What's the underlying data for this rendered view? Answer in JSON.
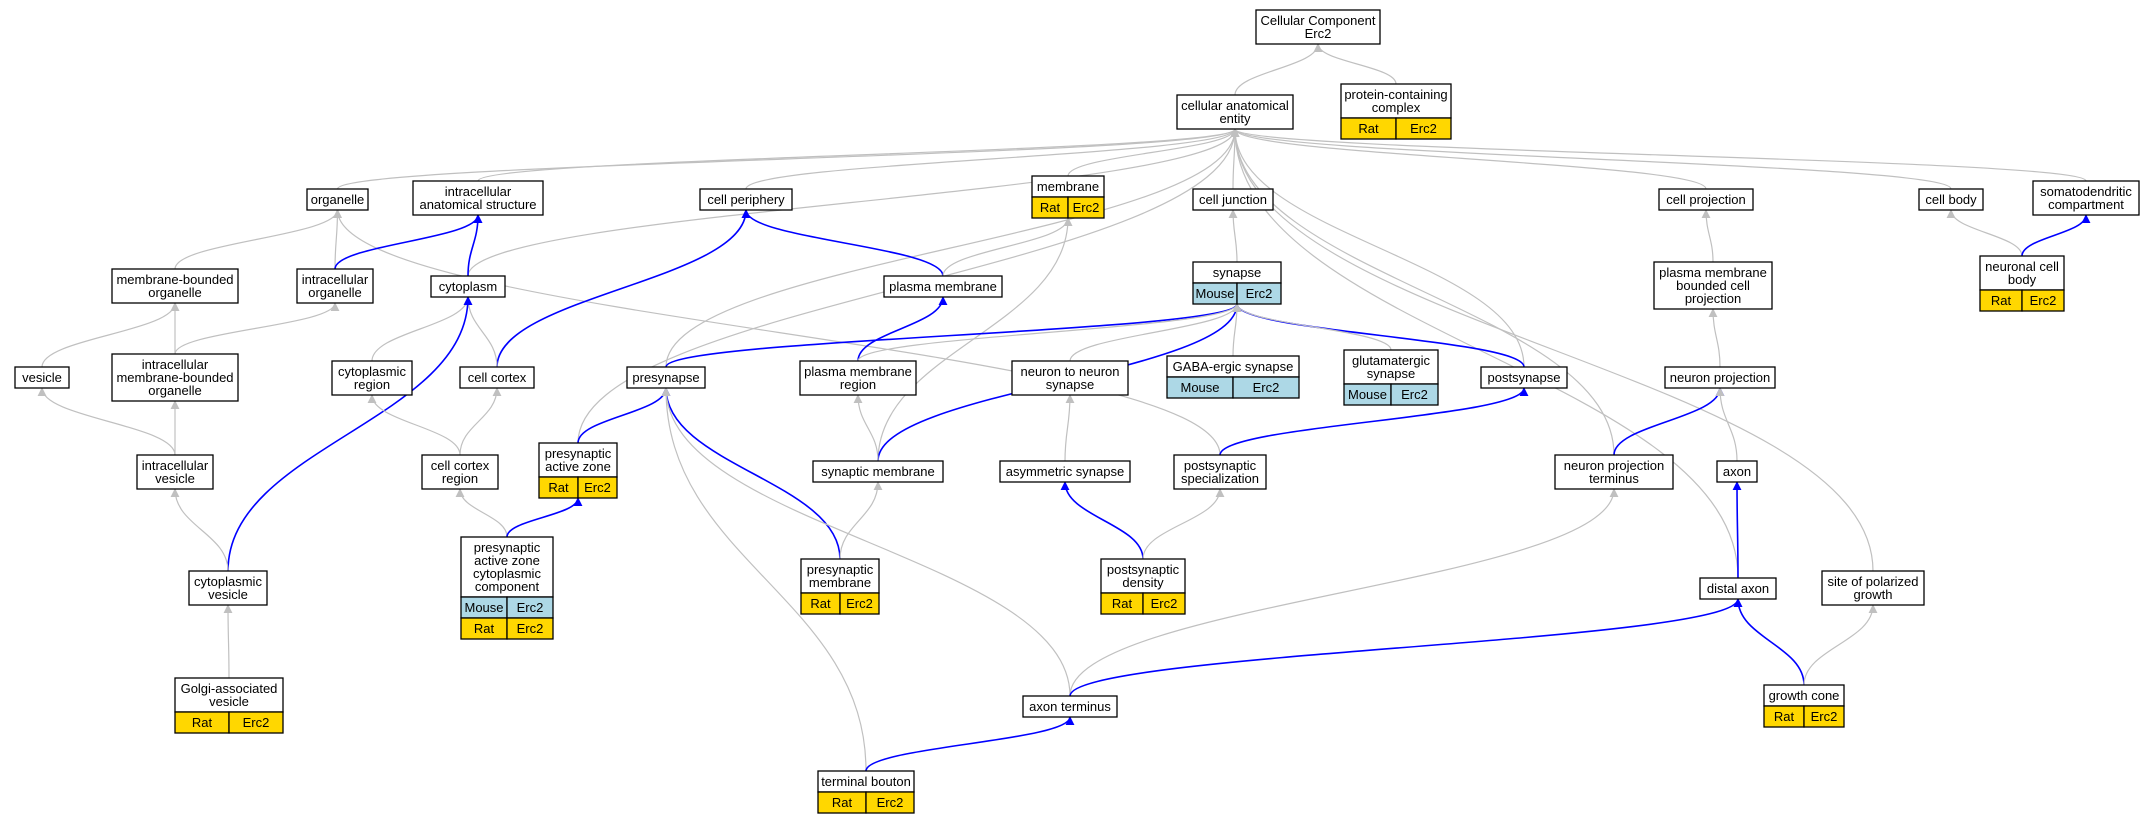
{
  "colors": {
    "gray_edge": "#c0c0c0",
    "blue_edge": "#0000ff",
    "node_border": "#000000",
    "node_fill": "#ffffff",
    "rat_fill": "#ffd700",
    "mouse_fill": "#add8e6"
  },
  "nodes": [
    {
      "id": "cellular_component",
      "lines": [
        "Cellular Component",
        "Erc2"
      ],
      "tags": []
    },
    {
      "id": "cellular_anatomical_entity",
      "lines": [
        "cellular anatomical",
        "entity"
      ],
      "tags": []
    },
    {
      "id": "protein_containing_complex",
      "lines": [
        "protein-containing",
        "complex"
      ],
      "tags": [
        [
          "Rat",
          "Erc2"
        ]
      ]
    },
    {
      "id": "organelle",
      "lines": [
        "organelle"
      ],
      "tags": []
    },
    {
      "id": "intracellular_anatomical_structure",
      "lines": [
        "intracellular",
        "anatomical structure"
      ],
      "tags": []
    },
    {
      "id": "cell_periphery",
      "lines": [
        "cell periphery"
      ],
      "tags": []
    },
    {
      "id": "membrane",
      "lines": [
        "membrane"
      ],
      "tags": [
        [
          "Rat",
          "Erc2"
        ]
      ]
    },
    {
      "id": "cell_junction",
      "lines": [
        "cell junction"
      ],
      "tags": []
    },
    {
      "id": "cell_projection",
      "lines": [
        "cell projection"
      ],
      "tags": []
    },
    {
      "id": "cell_body",
      "lines": [
        "cell body"
      ],
      "tags": []
    },
    {
      "id": "somatodendritic_compartment",
      "lines": [
        "somatodendritic",
        "compartment"
      ],
      "tags": []
    },
    {
      "id": "membrane_bounded_organelle",
      "lines": [
        "membrane-bounded",
        "organelle"
      ],
      "tags": []
    },
    {
      "id": "intracellular_organelle",
      "lines": [
        "intracellular",
        "organelle"
      ],
      "tags": []
    },
    {
      "id": "cytoplasm",
      "lines": [
        "cytoplasm"
      ],
      "tags": []
    },
    {
      "id": "plasma_membrane",
      "lines": [
        "plasma membrane"
      ],
      "tags": []
    },
    {
      "id": "synapse",
      "lines": [
        "synapse"
      ],
      "tags": [
        [
          "Mouse",
          "Erc2"
        ]
      ]
    },
    {
      "id": "plasma_membrane_bounded_cell_projection",
      "lines": [
        "plasma membrane",
        "bounded cell",
        "projection"
      ],
      "tags": []
    },
    {
      "id": "neuronal_cell_body",
      "lines": [
        "neuronal cell",
        "body"
      ],
      "tags": [
        [
          "Rat",
          "Erc2"
        ]
      ]
    },
    {
      "id": "vesicle",
      "lines": [
        "vesicle"
      ],
      "tags": []
    },
    {
      "id": "intracellular_membrane_bounded_organelle",
      "lines": [
        "intracellular",
        "membrane-bounded",
        "organelle"
      ],
      "tags": []
    },
    {
      "id": "cytoplasmic_region",
      "lines": [
        "cytoplasmic",
        "region"
      ],
      "tags": []
    },
    {
      "id": "cell_cortex",
      "lines": [
        "cell cortex"
      ],
      "tags": []
    },
    {
      "id": "presynapse",
      "lines": [
        "presynapse"
      ],
      "tags": []
    },
    {
      "id": "plasma_membrane_region",
      "lines": [
        "plasma membrane",
        "region"
      ],
      "tags": []
    },
    {
      "id": "neuron_to_neuron_synapse",
      "lines": [
        "neuron to neuron",
        "synapse"
      ],
      "tags": []
    },
    {
      "id": "gaba_ergic_synapse",
      "lines": [
        "GABA-ergic synapse"
      ],
      "tags": [
        [
          "Mouse",
          "Erc2"
        ]
      ]
    },
    {
      "id": "glutamatergic_synapse",
      "lines": [
        "glutamatergic",
        "synapse"
      ],
      "tags": [
        [
          "Mouse",
          "Erc2"
        ]
      ]
    },
    {
      "id": "postsynapse",
      "lines": [
        "postsynapse"
      ],
      "tags": []
    },
    {
      "id": "neuron_projection",
      "lines": [
        "neuron projection"
      ],
      "tags": []
    },
    {
      "id": "intracellular_vesicle",
      "lines": [
        "intracellular",
        "vesicle"
      ],
      "tags": []
    },
    {
      "id": "cell_cortex_region",
      "lines": [
        "cell cortex",
        "region"
      ],
      "tags": []
    },
    {
      "id": "presynaptic_active_zone",
      "lines": [
        "presynaptic",
        "active zone"
      ],
      "tags": [
        [
          "Rat",
          "Erc2"
        ]
      ]
    },
    {
      "id": "synaptic_membrane",
      "lines": [
        "synaptic membrane"
      ],
      "tags": []
    },
    {
      "id": "asymmetric_synapse",
      "lines": [
        "asymmetric synapse"
      ],
      "tags": []
    },
    {
      "id": "postsynaptic_specialization",
      "lines": [
        "postsynaptic",
        "specialization"
      ],
      "tags": []
    },
    {
      "id": "neuron_projection_terminus",
      "lines": [
        "neuron projection",
        "terminus"
      ],
      "tags": []
    },
    {
      "id": "axon",
      "lines": [
        "axon"
      ],
      "tags": []
    },
    {
      "id": "presynaptic_active_zone_cytoplasmic_component",
      "lines": [
        "presynaptic",
        "active zone",
        "cytoplasmic",
        "component"
      ],
      "tags": [
        [
          "Mouse",
          "Erc2"
        ],
        [
          "Rat",
          "Erc2"
        ]
      ]
    },
    {
      "id": "presynaptic_membrane",
      "lines": [
        "presynaptic",
        "membrane"
      ],
      "tags": [
        [
          "Rat",
          "Erc2"
        ]
      ]
    },
    {
      "id": "postsynaptic_density",
      "lines": [
        "postsynaptic",
        "density"
      ],
      "tags": [
        [
          "Rat",
          "Erc2"
        ]
      ]
    },
    {
      "id": "cytoplasmic_vesicle",
      "lines": [
        "cytoplasmic",
        "vesicle"
      ],
      "tags": []
    },
    {
      "id": "distal_axon",
      "lines": [
        "distal axon"
      ],
      "tags": []
    },
    {
      "id": "site_of_polarized_growth",
      "lines": [
        "site of polarized",
        "growth"
      ],
      "tags": []
    },
    {
      "id": "golgi_associated_vesicle",
      "lines": [
        "Golgi-associated",
        "vesicle"
      ],
      "tags": [
        [
          "Rat",
          "Erc2"
        ]
      ]
    },
    {
      "id": "axon_terminus",
      "lines": [
        "axon terminus"
      ],
      "tags": []
    },
    {
      "id": "growth_cone",
      "lines": [
        "growth cone"
      ],
      "tags": [
        [
          "Rat",
          "Erc2"
        ]
      ]
    },
    {
      "id": "terminal_bouton",
      "lines": [
        "terminal bouton"
      ],
      "tags": [
        [
          "Rat",
          "Erc2"
        ]
      ]
    }
  ],
  "edges": [
    {
      "from": "cellular_anatomical_entity",
      "to": "cellular_component",
      "kind": "gray"
    },
    {
      "from": "protein_containing_complex",
      "to": "cellular_component",
      "kind": "gray"
    },
    {
      "from": "organelle",
      "to": "cellular_anatomical_entity",
      "kind": "gray"
    },
    {
      "from": "intracellular_anatomical_structure",
      "to": "cellular_anatomical_entity",
      "kind": "gray"
    },
    {
      "from": "cell_periphery",
      "to": "cellular_anatomical_entity",
      "kind": "gray"
    },
    {
      "from": "membrane",
      "to": "cellular_anatomical_entity",
      "kind": "gray"
    },
    {
      "from": "cell_junction",
      "to": "cellular_anatomical_entity",
      "kind": "gray"
    },
    {
      "from": "cell_projection",
      "to": "cellular_anatomical_entity",
      "kind": "gray"
    },
    {
      "from": "cell_body",
      "to": "cellular_anatomical_entity",
      "kind": "gray"
    },
    {
      "from": "somatodendritic_compartment",
      "to": "cellular_anatomical_entity",
      "kind": "gray"
    },
    {
      "from": "cytoplasm",
      "to": "cellular_anatomical_entity",
      "kind": "gray"
    },
    {
      "from": "presynapse",
      "to": "cellular_anatomical_entity",
      "kind": "gray"
    },
    {
      "from": "postsynapse",
      "to": "cellular_anatomical_entity",
      "kind": "gray"
    },
    {
      "from": "presynaptic_active_zone",
      "to": "cellular_anatomical_entity",
      "kind": "gray"
    },
    {
      "from": "neuron_projection_terminus",
      "to": "cellular_anatomical_entity",
      "kind": "gray"
    },
    {
      "from": "distal_axon",
      "to": "cellular_anatomical_entity",
      "kind": "gray"
    },
    {
      "from": "site_of_polarized_growth",
      "to": "cellular_anatomical_entity",
      "kind": "gray"
    },
    {
      "from": "membrane_bounded_organelle",
      "to": "organelle",
      "kind": "gray"
    },
    {
      "from": "intracellular_organelle",
      "to": "organelle",
      "kind": "gray"
    },
    {
      "from": "postsynaptic_specialization",
      "to": "organelle",
      "kind": "gray"
    },
    {
      "from": "intracellular_organelle",
      "to": "intracellular_anatomical_structure",
      "kind": "blue"
    },
    {
      "from": "cytoplasm",
      "to": "intracellular_anatomical_structure",
      "kind": "blue"
    },
    {
      "from": "plasma_membrane",
      "to": "cell_periphery",
      "kind": "blue"
    },
    {
      "from": "cell_cortex",
      "to": "cell_periphery",
      "kind": "blue"
    },
    {
      "from": "plasma_membrane",
      "to": "membrane",
      "kind": "gray"
    },
    {
      "from": "synaptic_membrane",
      "to": "membrane",
      "kind": "gray"
    },
    {
      "from": "synapse",
      "to": "cell_junction",
      "kind": "gray"
    },
    {
      "from": "plasma_membrane_bounded_cell_projection",
      "to": "cell_projection",
      "kind": "gray"
    },
    {
      "from": "neuronal_cell_body",
      "to": "cell_body",
      "kind": "gray"
    },
    {
      "from": "neuronal_cell_body",
      "to": "somatodendritic_compartment",
      "kind": "blue"
    },
    {
      "from": "intracellular_membrane_bounded_organelle",
      "to": "membrane_bounded_organelle",
      "kind": "gray"
    },
    {
      "from": "vesicle",
      "to": "membrane_bounded_organelle",
      "kind": "gray"
    },
    {
      "from": "intracellular_membrane_bounded_organelle",
      "to": "intracellular_organelle",
      "kind": "gray"
    },
    {
      "from": "cytoplasmic_region",
      "to": "cytoplasm",
      "kind": "gray"
    },
    {
      "from": "cell_cortex",
      "to": "cytoplasm",
      "kind": "gray"
    },
    {
      "from": "cytoplasmic_vesicle",
      "to": "cytoplasm",
      "kind": "blue"
    },
    {
      "from": "plasma_membrane_region",
      "to": "plasma_membrane",
      "kind": "blue"
    },
    {
      "from": "presynapse",
      "to": "synapse",
      "kind": "blue"
    },
    {
      "from": "postsynapse",
      "to": "synapse",
      "kind": "blue"
    },
    {
      "from": "synaptic_membrane",
      "to": "synapse",
      "kind": "blue"
    },
    {
      "from": "neuron_to_neuron_synapse",
      "to": "synapse",
      "kind": "gray"
    },
    {
      "from": "gaba_ergic_synapse",
      "to": "synapse",
      "kind": "gray"
    },
    {
      "from": "glutamatergic_synapse",
      "to": "synapse",
      "kind": "gray"
    },
    {
      "from": "plasma_membrane_region",
      "to": "synapse",
      "kind": "gray"
    },
    {
      "from": "neuron_projection",
      "to": "plasma_membrane_bounded_cell_projection",
      "kind": "gray"
    },
    {
      "from": "intracellular_vesicle",
      "to": "vesicle",
      "kind": "gray"
    },
    {
      "from": "intracellular_vesicle",
      "to": "intracellular_membrane_bounded_organelle",
      "kind": "gray"
    },
    {
      "from": "cell_cortex_region",
      "to": "cytoplasmic_region",
      "kind": "gray"
    },
    {
      "from": "cell_cortex_region",
      "to": "cell_cortex",
      "kind": "gray"
    },
    {
      "from": "presynaptic_active_zone",
      "to": "presynapse",
      "kind": "blue"
    },
    {
      "from": "presynaptic_membrane",
      "to": "presynapse",
      "kind": "blue"
    },
    {
      "from": "axon_terminus",
      "to": "presynapse",
      "kind": "gray"
    },
    {
      "from": "terminal_bouton",
      "to": "presynapse",
      "kind": "gray"
    },
    {
      "from": "synaptic_membrane",
      "to": "plasma_membrane_region",
      "kind": "gray"
    },
    {
      "from": "asymmetric_synapse",
      "to": "neuron_to_neuron_synapse",
      "kind": "gray"
    },
    {
      "from": "postsynaptic_specialization",
      "to": "postsynapse",
      "kind": "blue"
    },
    {
      "from": "neuron_projection_terminus",
      "to": "neuron_projection",
      "kind": "blue"
    },
    {
      "from": "axon",
      "to": "neuron_projection",
      "kind": "gray"
    },
    {
      "from": "cytoplasmic_vesicle",
      "to": "intracellular_vesicle",
      "kind": "gray"
    },
    {
      "from": "presynaptic_active_zone_cytoplasmic_component",
      "to": "cell_cortex_region",
      "kind": "gray"
    },
    {
      "from": "presynaptic_active_zone_cytoplasmic_component",
      "to": "presynaptic_active_zone",
      "kind": "blue"
    },
    {
      "from": "presynaptic_membrane",
      "to": "synaptic_membrane",
      "kind": "gray"
    },
    {
      "from": "postsynaptic_density",
      "to": "asymmetric_synapse",
      "kind": "blue"
    },
    {
      "from": "postsynaptic_density",
      "to": "postsynaptic_specialization",
      "kind": "gray"
    },
    {
      "from": "axon_terminus",
      "to": "neuron_projection_terminus",
      "kind": "gray"
    },
    {
      "from": "distal_axon",
      "to": "axon",
      "kind": "blue"
    },
    {
      "from": "golgi_associated_vesicle",
      "to": "cytoplasmic_vesicle",
      "kind": "gray"
    },
    {
      "from": "axon_terminus",
      "to": "distal_axon",
      "kind": "blue"
    },
    {
      "from": "growth_cone",
      "to": "distal_axon",
      "kind": "blue"
    },
    {
      "from": "growth_cone",
      "to": "site_of_polarized_growth",
      "kind": "gray"
    },
    {
      "from": "terminal_bouton",
      "to": "axon_terminus",
      "kind": "blue"
    }
  ]
}
